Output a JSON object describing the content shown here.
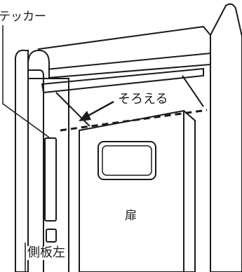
{
  "labels": {
    "sticker": "テッカー",
    "align": "そろえる",
    "door": "扉",
    "side_panel_left": "側板左"
  },
  "colors": {
    "line": "#1a1a1a",
    "background": "#ffffff",
    "shade": "#dcdcdc"
  }
}
